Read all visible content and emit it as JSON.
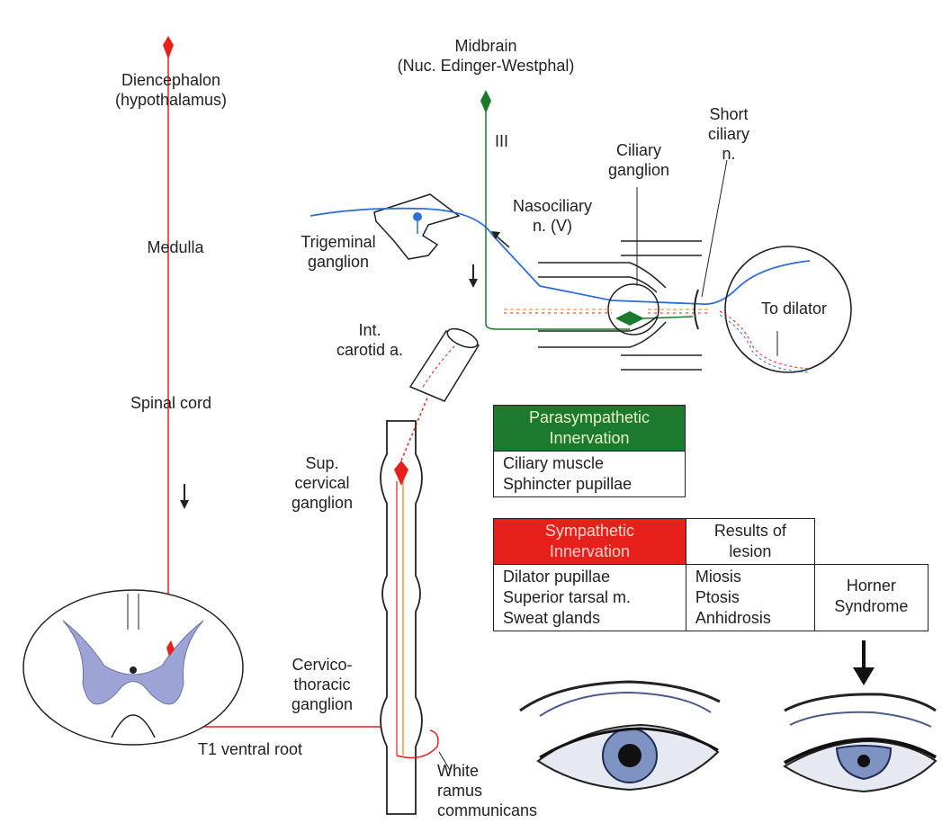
{
  "labels": {
    "diencephalon": "Diencephalon",
    "hypothalamus": "(hypothalamus)",
    "medulla": "Medulla",
    "spinal_cord": "Spinal cord",
    "midbrain": "Midbrain",
    "nuc_ew": "(Nuc. Edinger-Westphal)",
    "cn_iii": "III",
    "ciliary_ganglion_1": "Ciliary",
    "ciliary_ganglion_2": "ganglion",
    "short_ciliary_1": "Short",
    "short_ciliary_2": "ciliary",
    "short_ciliary_3": "n.",
    "nasociliary_1": "Nasociliary",
    "nasociliary_2": "n. (V)",
    "trigeminal_1": "Trigeminal",
    "trigeminal_2": "ganglion",
    "to_dilator": "To dilator",
    "int_carotid_1": "Int.",
    "int_carotid_2": "carotid a.",
    "sup_cervical_1": "Sup.",
    "sup_cervical_2": "cervical",
    "sup_cervical_3": "ganglion",
    "cervicothoracic_1": "Cervico-",
    "cervicothoracic_2": "thoracic",
    "cervicothoracic_3": "ganglion",
    "t1_root": "T1 ventral root",
    "white_ramus_1": "White",
    "white_ramus_2": "ramus",
    "white_ramus_3": "communicans"
  },
  "parasympathetic": {
    "header_1": "Parasympathetic",
    "header_2": "Innervation",
    "items": [
      "Ciliary muscle",
      "Sphincter pupillae"
    ]
  },
  "sympathetic": {
    "header_1": "Sympathetic",
    "header_2": "Innervation",
    "results_header_1": "Results of",
    "results_header_2": "lesion",
    "targets": [
      "Dilator pupillae",
      "Superior tarsal m.",
      "Sweat glands"
    ],
    "lesions": [
      "Miosis",
      "Ptosis",
      "Anhidrosis"
    ],
    "syndrome_1": "Horner",
    "syndrome_2": "Syndrome"
  },
  "colors": {
    "sympathetic": "#e8201c",
    "parasympathetic": "#1b7a2e",
    "sensory": "#2f6fd6",
    "sympathetic_orange": "#e89a3c"
  }
}
